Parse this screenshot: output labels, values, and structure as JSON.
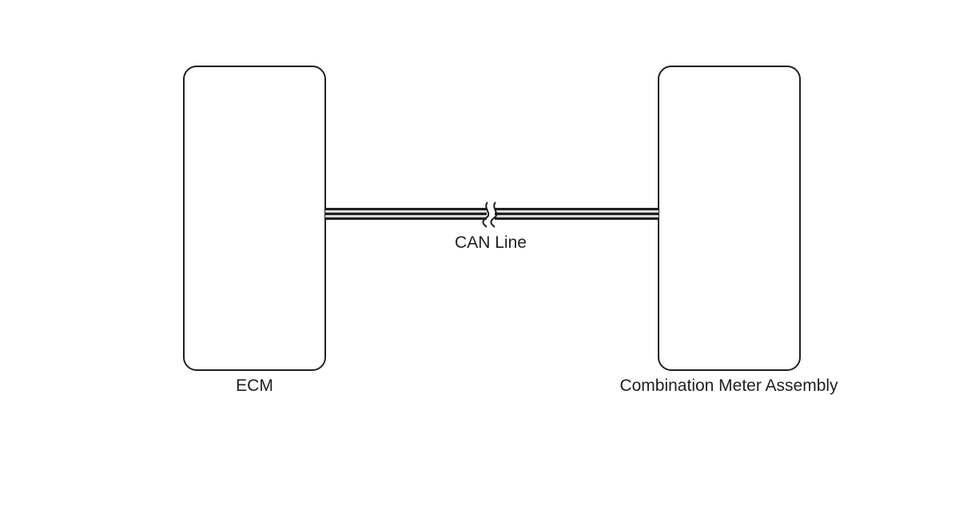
{
  "diagram": {
    "nodes": [
      {
        "id": "ecm",
        "label": "ECM"
      },
      {
        "id": "combination-meter",
        "label": "Combination Meter Assembly"
      }
    ],
    "connection": {
      "from": "ecm",
      "to": "combination-meter",
      "label": "CAN Line",
      "style": "twisted-pair-with-break"
    },
    "colors": {
      "stroke": "#1f1f1f",
      "fill": "#ffffff",
      "wire_inner": "#d8d8d8"
    }
  }
}
